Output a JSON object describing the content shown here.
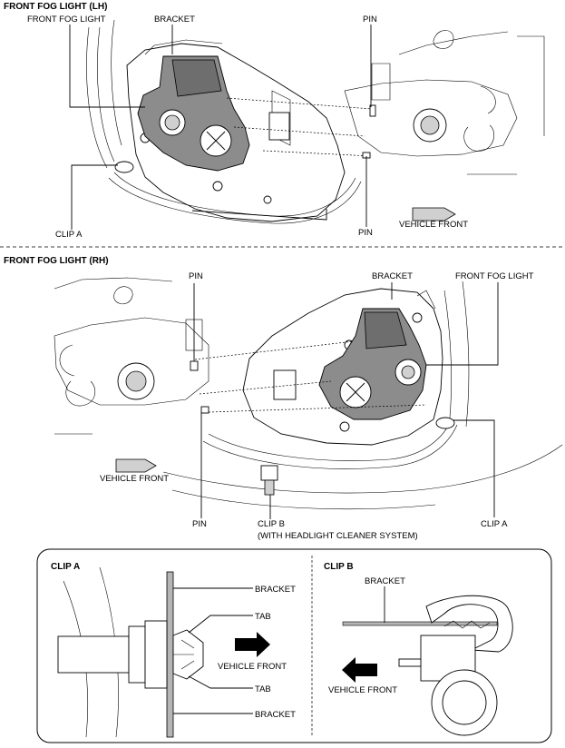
{
  "sections": {
    "lh": {
      "title": "FRONT FOG LIGHT (LH)",
      "labels": {
        "fog_light": "FRONT FOG LIGHT",
        "bracket": "BRACKET",
        "pin_top": "PIN",
        "clip_a": "CLIP A",
        "pin_bottom": "PIN",
        "vehicle_front": "VEHICLE FRONT"
      }
    },
    "rh": {
      "title": "FRONT FOG LIGHT (RH)",
      "labels": {
        "pin_top": "PIN",
        "bracket": "BRACKET",
        "fog_light": "FRONT FOG LIGHT",
        "vehicle_front": "VEHICLE FRONT",
        "pin_bottom": "PIN",
        "clip_b": "CLIP B",
        "clip_b_note": "(WITH HEADLIGHT CLEANER SYSTEM)",
        "clip_a": "CLIP A"
      }
    },
    "detail": {
      "clip_a": {
        "title": "CLIP A",
        "bracket_top": "BRACKET",
        "tab_top": "TAB",
        "vehicle_front": "VEHICLE FRONT",
        "tab_bottom": "TAB",
        "bracket_bottom": "BRACKET"
      },
      "clip_b": {
        "title": "CLIP B",
        "bracket": "BRACKET",
        "vehicle_front": "VEHICLE FRONT"
      }
    }
  }
}
